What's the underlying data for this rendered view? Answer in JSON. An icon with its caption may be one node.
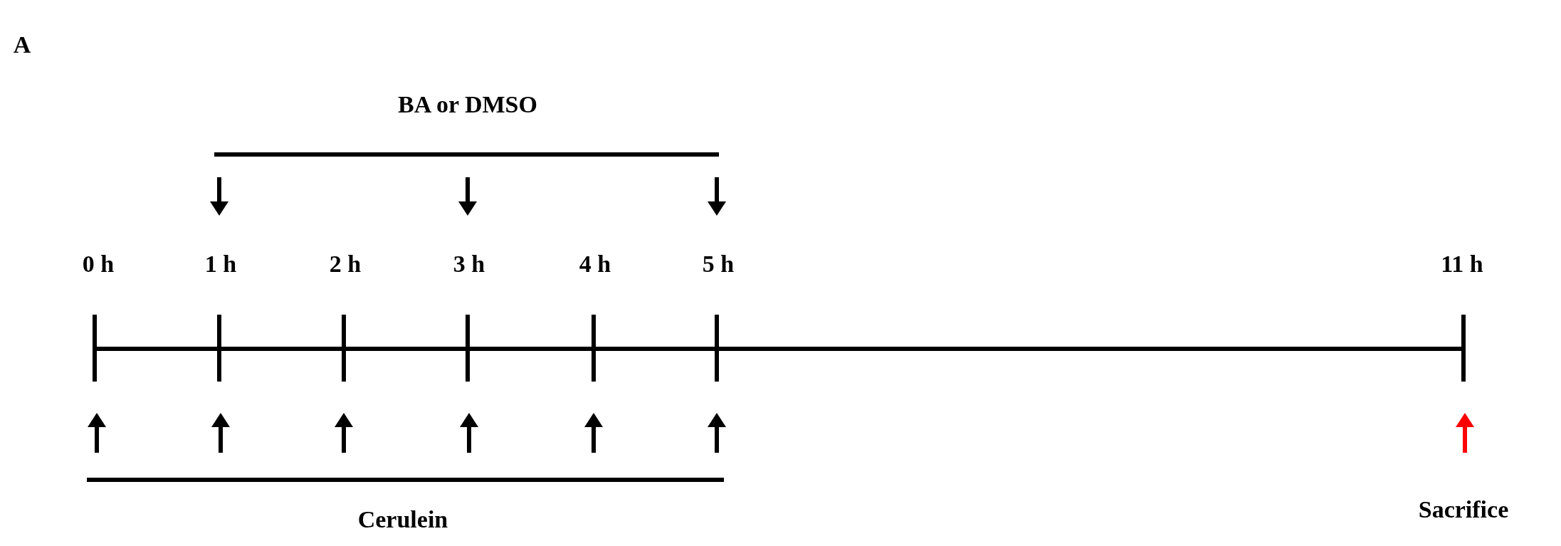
{
  "diagram": {
    "labels": [
      "A",
      "BA or DMSO",
      "0 h",
      "1 h",
      "2 h",
      "3 h",
      "4 h",
      "5 h",
      "11 h",
      "Cerulein",
      "Sacrifice"
    ]
  }
}
